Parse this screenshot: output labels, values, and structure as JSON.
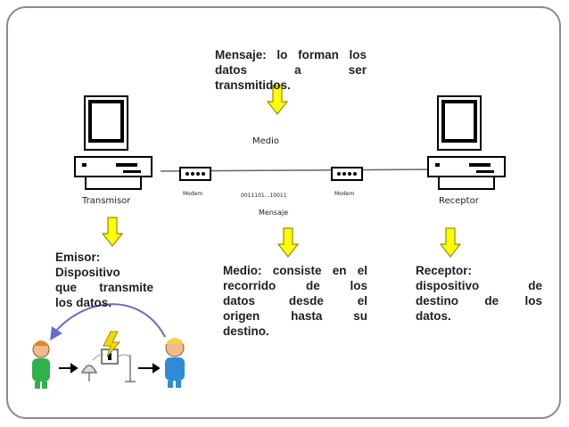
{
  "mensaje": {
    "lines": [
      "Mensaje: lo forman los",
      "datos a ser",
      "transmitidos."
    ]
  },
  "emisor": {
    "lines": [
      "Emisor:",
      "Dispositivo",
      "que transmite",
      "los datos."
    ]
  },
  "medio": {
    "lines": [
      "Medio: consiste en el",
      "recorrido de los",
      "datos desde el",
      "origen hasta su",
      "destino."
    ]
  },
  "receptor": {
    "lines": [
      "Receptor:",
      "dispositivo de",
      "destino de los",
      "datos."
    ]
  },
  "diagram_labels": {
    "medio": "Medio",
    "transmisor": "Transmisor",
    "receptor": "Receptor",
    "modem_left": "Modem",
    "modem_right": "Modem",
    "binary": "0011101...10011",
    "mensaje": "Mensaje"
  },
  "colors": {
    "arrow_fill": "#ffff00",
    "arrow_stroke": "#9a8a00",
    "frame": "#8a8a8a",
    "curve_arrow": "#6a6acd"
  }
}
